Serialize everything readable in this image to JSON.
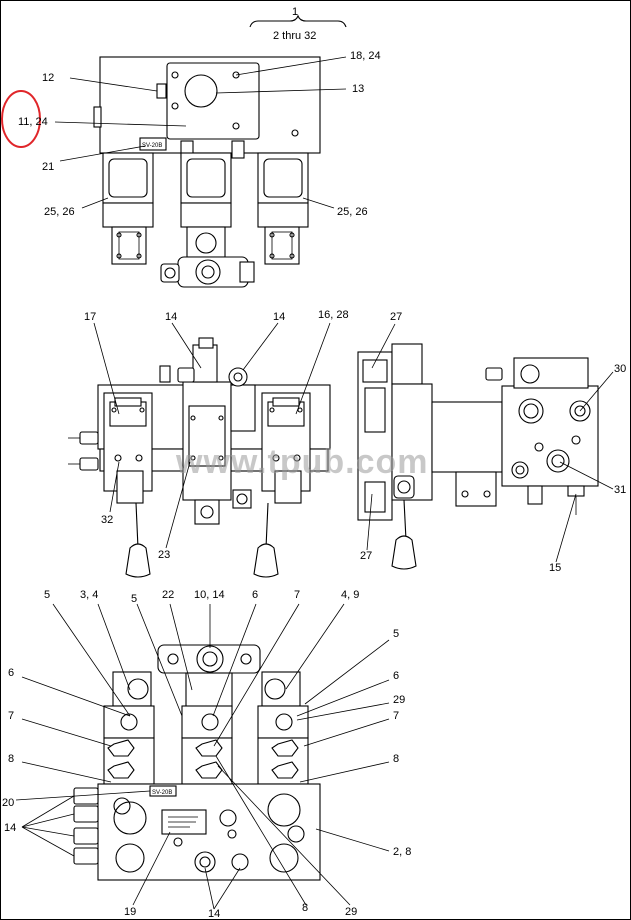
{
  "header": {
    "item": "1",
    "range": "2 thru 32"
  },
  "top_view": {
    "labels": {
      "l12": "12",
      "l18_24": "18, 24",
      "l13": "13",
      "l11_24": "11, 24",
      "l21": "21",
      "l25_26_left": "25, 26",
      "l25_26_right": "25, 26"
    },
    "tag_text": "SV-20B",
    "highlight_color": "#e0262a"
  },
  "middle_view": {
    "labels": {
      "l17": "17",
      "l14a": "14",
      "l14b": "14",
      "l16_28": "16, 28",
      "l27_top": "27",
      "l30": "30",
      "l32": "32",
      "l23": "23",
      "l27_bottom": "27",
      "l31": "31",
      "l15": "15"
    },
    "watermark": "www.tpub.com"
  },
  "bottom_view": {
    "labels": {
      "l5_a": "5",
      "l3_4": "3, 4",
      "l5_b": "5",
      "l22": "22",
      "l10_14": "10, 14",
      "l6_top": "6",
      "l7_top": "7",
      "l4_9": "4, 9",
      "l5_right": "5",
      "l6_left": "6",
      "l6_right": "6",
      "l29_right": "29",
      "l7_left": "7",
      "l7_right": "7",
      "l8_left": "8",
      "l8_right": "8",
      "l20": "20",
      "l14_left": "14",
      "l2_8": "2, 8",
      "l19": "19",
      "l14_bottom": "14",
      "l8_bottom": "8",
      "l29_bottom": "29"
    },
    "tag_text": "SV-20B"
  }
}
